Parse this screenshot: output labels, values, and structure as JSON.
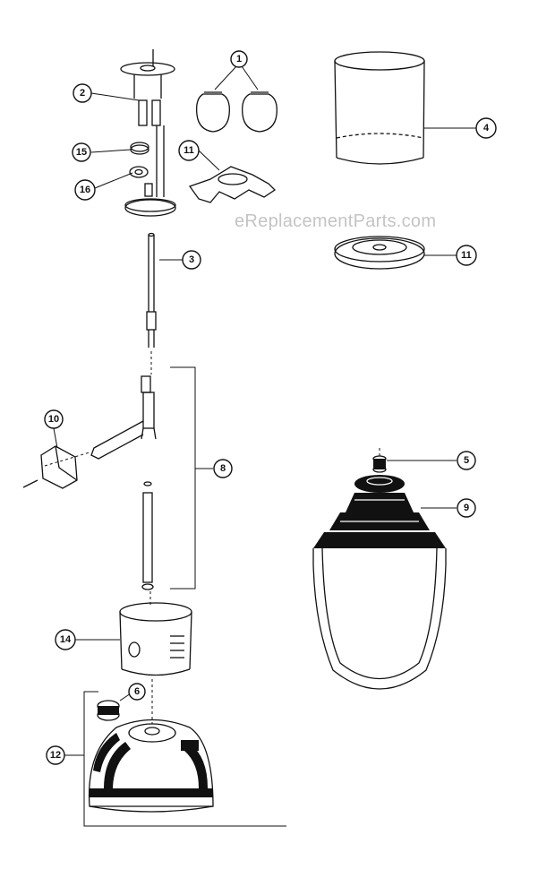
{
  "watermark": "eReplacementParts.com",
  "callouts": [
    {
      "id": "c1",
      "label": "1"
    },
    {
      "id": "c2",
      "label": "2"
    },
    {
      "id": "c3",
      "label": "3"
    },
    {
      "id": "c4",
      "label": "4"
    },
    {
      "id": "c5",
      "label": "5"
    },
    {
      "id": "c6",
      "label": "6"
    },
    {
      "id": "c8",
      "label": "8"
    },
    {
      "id": "c9",
      "label": "9"
    },
    {
      "id": "c10",
      "label": "10"
    },
    {
      "id": "c11a",
      "label": "11"
    },
    {
      "id": "c11b",
      "label": "11"
    },
    {
      "id": "c12",
      "label": "12"
    },
    {
      "id": "c14",
      "label": "14"
    },
    {
      "id": "c15",
      "label": "15"
    },
    {
      "id": "c16",
      "label": "16"
    }
  ]
}
